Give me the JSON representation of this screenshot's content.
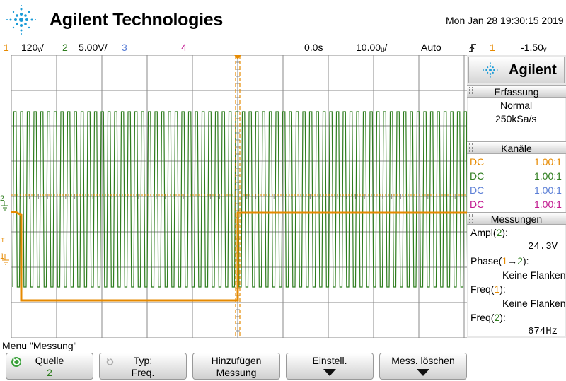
{
  "header": {
    "brand": "Agilent Technologies",
    "datetime": "Mon Jan 28 19:30:15 2019"
  },
  "status": {
    "ch1_num": "1",
    "ch1_scale": "120ᵥ/",
    "ch2_num": "2",
    "ch2_scale": "5.00V/",
    "ch3_num": "3",
    "ch4_num": "4",
    "time_delay": "0.0s",
    "time_scale": "10.00ᵤ/",
    "trigger_mode": "Auto",
    "trigger_source": "1",
    "trigger_level": "-1.50ᵥ",
    "trigger_icon": "edge-trigger-icon"
  },
  "colors": {
    "ch1": "#e68a00",
    "ch2": "#2e7d1e",
    "ch3": "#5b7fd6",
    "ch4": "#c2188f"
  },
  "markers": {
    "ch2_marker": "2",
    "ch1_marker": "1",
    "trigger_marker": "T"
  },
  "side": {
    "logo_text": "Agilent",
    "acq_title": "Erfassung",
    "acq_mode": "Normal",
    "acq_rate": "250kSa/s",
    "channels_title": "Kanäle",
    "channels": [
      {
        "coupling": "DC",
        "probe": "1.00:1"
      },
      {
        "coupling": "DC",
        "probe": "1.00:1"
      },
      {
        "coupling": "DC",
        "probe": "1.00:1"
      },
      {
        "coupling": "DC",
        "probe": "1.00:1"
      }
    ],
    "meas_title": "Messungen",
    "m1_name": "Ampl",
    "m1_src": "2",
    "m1_value": "24.3V",
    "m2_name": "Phase",
    "m2_src_a": "1",
    "m2_arrow": "→",
    "m2_src_b": "2",
    "m2_value": "Keine Flanken",
    "m3_name": "Freq",
    "m3_src": "1",
    "m3_value": "Keine Flanken",
    "m4_name": "Freq",
    "m4_src": "2",
    "m4_value": "674Hz",
    "open_paren": "(",
    "close_paren": "):"
  },
  "softkeys": {
    "menu_title": "Menu \"Messung\"",
    "k1_l1": "Quelle",
    "k1_l2": "2",
    "k2_l1": "Typ:",
    "k2_l2": "Freq.",
    "k3_l1": "Hinzufügen",
    "k3_l2": "Messung",
    "k4_l1": "Einstell.",
    "k5_l1": "Mess. löschen"
  }
}
